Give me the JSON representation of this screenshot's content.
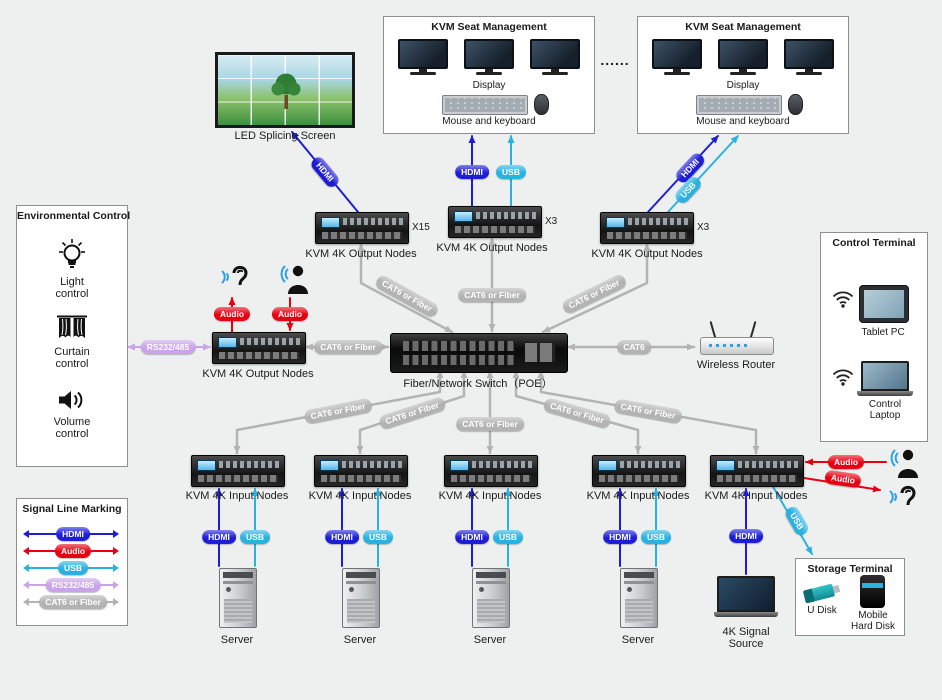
{
  "colors": {
    "hdmi": "#1d1dd8",
    "usb": "#29b2e0",
    "audio": "#e60012",
    "rs232": "#c9a4ea",
    "cat6": "#b3b3b3",
    "background": "#eef0ef"
  },
  "seat_management": {
    "title": "KVM Seat Management",
    "display_label": "Display",
    "mouse_keyboard_label": "Mouse and keyboard",
    "ellipsis": "......"
  },
  "led_screen": {
    "label": "LED Splicing Screen"
  },
  "output_nodes": {
    "label": "KVM 4K Output Nodes",
    "multipliers": [
      "X15",
      "X3",
      "X3"
    ]
  },
  "input_nodes": {
    "label": "KVM 4K Input Nodes"
  },
  "switch": {
    "label": "Fiber/Network Switch（POE）"
  },
  "router": {
    "label": "Wireless Router"
  },
  "environmental": {
    "title": "Environmental Control",
    "light": "Light control",
    "curtain": "Curtain control",
    "volume": "Volume control"
  },
  "control_terminal": {
    "title": "Control Terminal",
    "tablet": "Tablet PC",
    "laptop": "Control Laptop"
  },
  "storage": {
    "title": "Storage Terminal",
    "udisk": "U Disk",
    "hdd": "Mobile Hard Disk"
  },
  "server_label": "Server",
  "signal_source": {
    "label": "4K Signal Source"
  },
  "legend": {
    "title": "Signal Line Marking",
    "items": [
      {
        "label": "HDMI"
      },
      {
        "label": "Audio"
      },
      {
        "label": "USB"
      },
      {
        "label": "RS232/485"
      },
      {
        "label": "CAT6 or Fiber"
      }
    ]
  },
  "pills": {
    "hdmi": "HDMI",
    "usb": "USB",
    "audio": "Audio",
    "rs232": "RS232/485",
    "cat6_fiber": "CAT6 or Fiber",
    "cat6": "CAT6"
  }
}
